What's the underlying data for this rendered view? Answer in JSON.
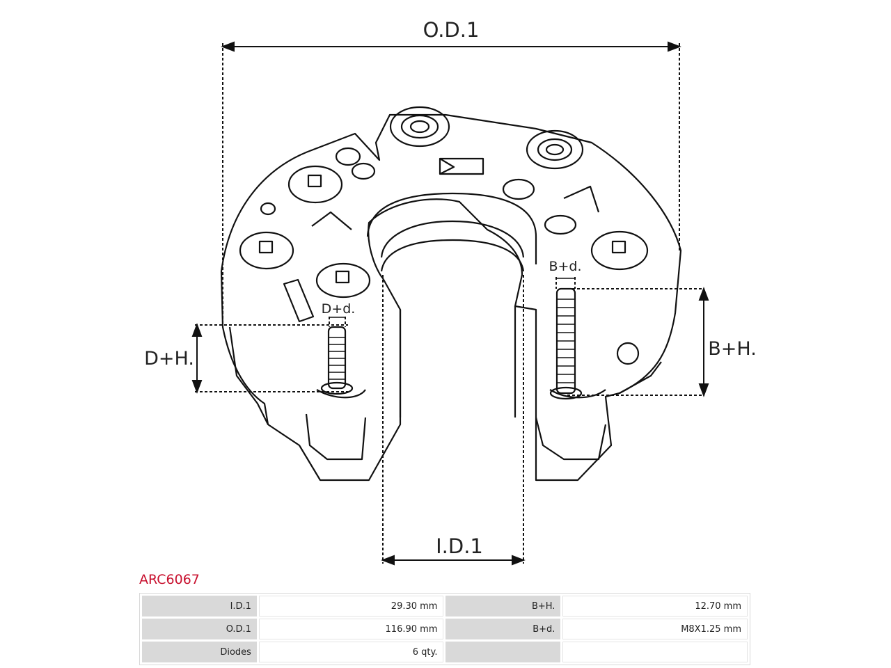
{
  "diagram": {
    "od_label": "O.D.1",
    "id_label": "I.D.1",
    "dh_label": "D+H.",
    "dd_label": "D+d.",
    "bh_label": "B+H.",
    "bd_label": "B+d."
  },
  "part_code": "ARC6067",
  "specs": {
    "rows": [
      {
        "k1": "I.D.1",
        "v1": "29.30 mm",
        "k2": "B+H.",
        "v2": "12.70 mm"
      },
      {
        "k1": "O.D.1",
        "v1": "116.90 mm",
        "k2": "B+d.",
        "v2": "M8X1.25 mm"
      },
      {
        "k1": "Diodes",
        "v1": "6 qty.",
        "k2": "",
        "v2": ""
      }
    ]
  }
}
